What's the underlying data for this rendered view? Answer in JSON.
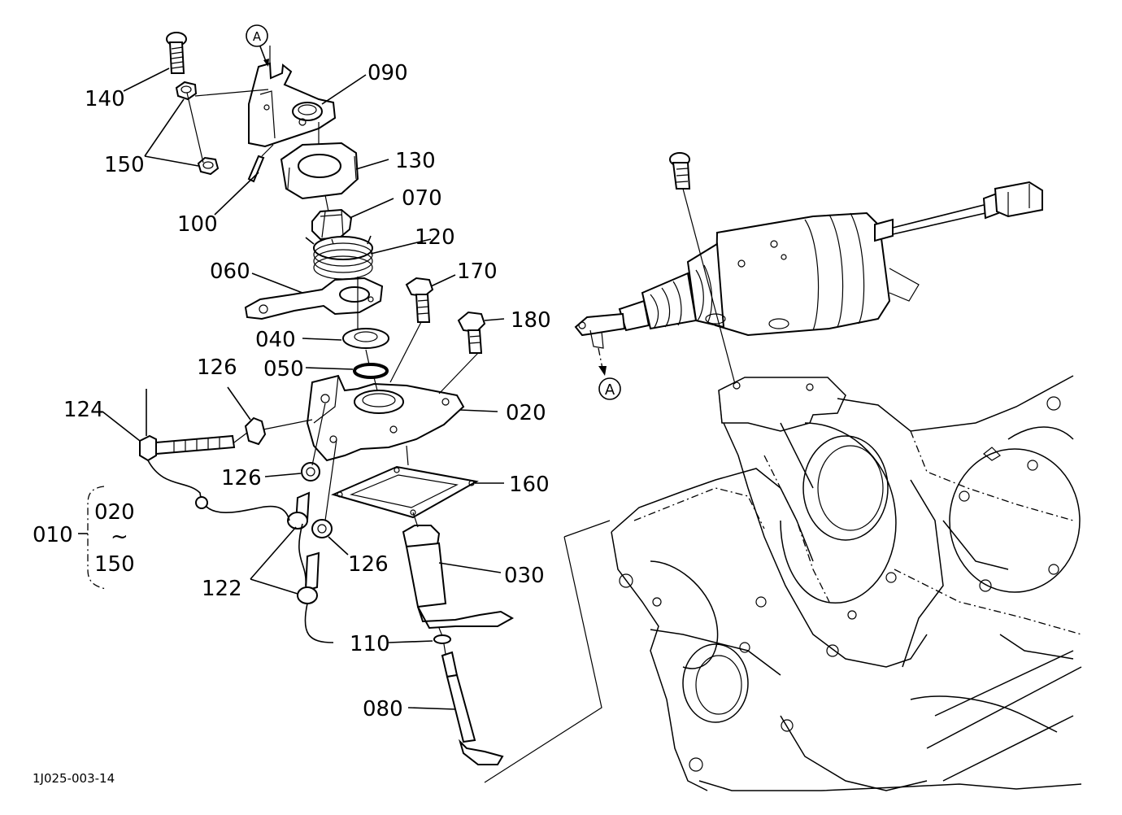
{
  "diagram": {
    "labels": {
      "p140": "140",
      "p150": "150",
      "p100": "100",
      "p090": "090",
      "p130": "130",
      "p070": "070",
      "p120": "120",
      "p060": "060",
      "p170": "170",
      "p180": "180",
      "p040": "040",
      "p050": "050",
      "p126a": "126",
      "p124": "124",
      "p020": "020",
      "p126b": "126",
      "p160": "160",
      "p126c": "126",
      "p122": "122",
      "p030": "030",
      "p110": "110",
      "p080": "080",
      "assembly": "010",
      "range_start": "020",
      "range_tilde": "~",
      "range_end": "150",
      "ref_a_top": "A",
      "ref_a_right": "A"
    },
    "drawing_code": "1J025-003-14"
  }
}
